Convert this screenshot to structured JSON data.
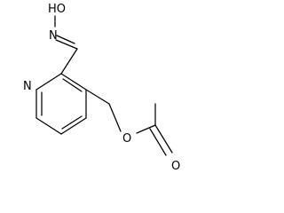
{
  "molecule": {
    "atom_labels": {
      "hydroxyl": "HO",
      "oxime_nitrogen": "N",
      "ring_nitrogen": "N",
      "ester_oxygen": "O",
      "carbonyl_oxygen": "O"
    }
  }
}
